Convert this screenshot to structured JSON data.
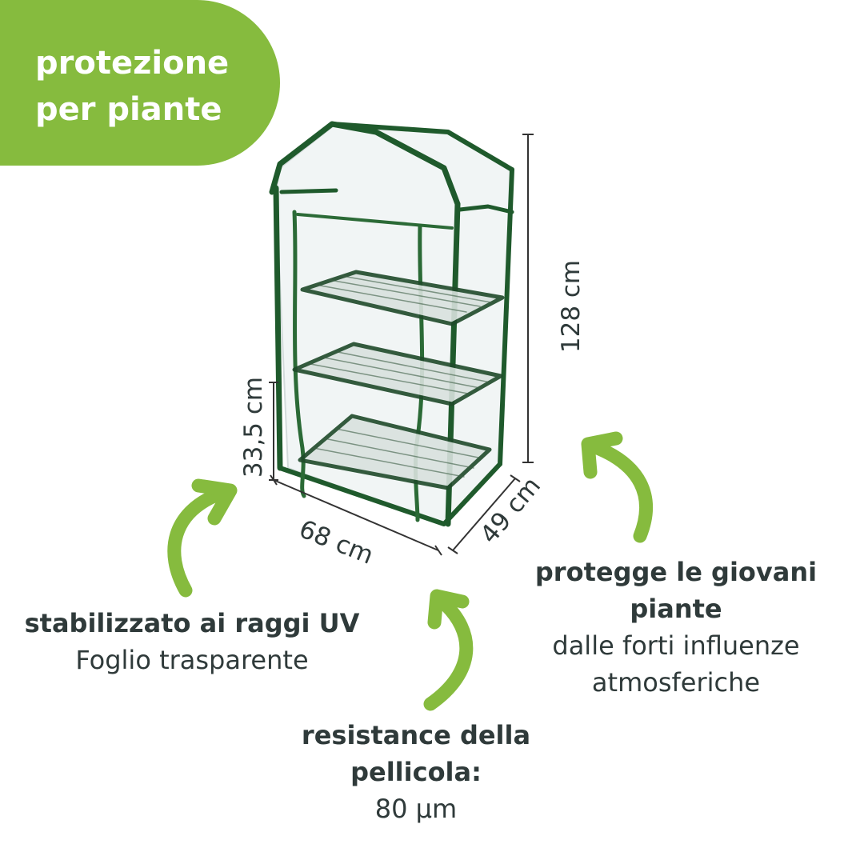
{
  "badge": {
    "line1": "protezione",
    "line2": "per piante"
  },
  "colors": {
    "accent_green": "#86bb3e",
    "text_dark": "#2f3a3a",
    "frame_green": "#1f5a2c"
  },
  "dimensions": {
    "height": "128 cm",
    "shelf_gap": "33,5 cm",
    "width": "68 cm",
    "depth": "49 cm"
  },
  "features": {
    "uv": {
      "title": "stabilizzato ai raggi UV",
      "text": "Foglio trasparente"
    },
    "protect": {
      "title_line1": "protegge le giovani",
      "title_line2": "piante",
      "text_line1": "dalle forti influenze",
      "text_line2": "atmosferiche"
    },
    "film": {
      "title_line1": "resistance della",
      "title_line2": "pellicola:",
      "value": "80 µm"
    }
  },
  "icons": [
    "curved-arrow-icon"
  ]
}
